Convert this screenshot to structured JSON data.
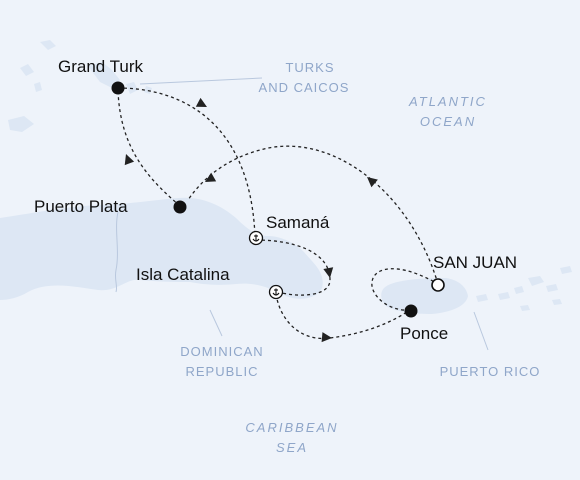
{
  "map": {
    "colors": {
      "sea": "#eef3fa",
      "land": "#dde7f4",
      "route": "#222222",
      "label": "#111111",
      "region_label": "#8fa6c9"
    },
    "ports": {
      "grand_turk": "Grand Turk",
      "puerto_plata": "Puerto Plata",
      "samana": "Samaná",
      "isla_catalina": "Isla Catalina",
      "ponce": "Ponce",
      "san_juan": "SAN JUAN"
    },
    "regions": {
      "turks_line1": "TURKS",
      "turks_line2": "AND CAICOS",
      "dominican_line1": "DOMINICAN",
      "dominican_line2": "REPUBLIC",
      "puerto_rico": "PUERTO RICO"
    },
    "seas": {
      "atlantic_line1": "ATLANTIC",
      "atlantic_line2": "OCEAN",
      "caribbean_line1": "CARIBBEAN",
      "caribbean_line2": "SEA"
    },
    "icons": {
      "port_stop": "filled-dot-icon",
      "home_port": "hollow-circle-icon",
      "tender_port": "anchor-icon"
    }
  }
}
